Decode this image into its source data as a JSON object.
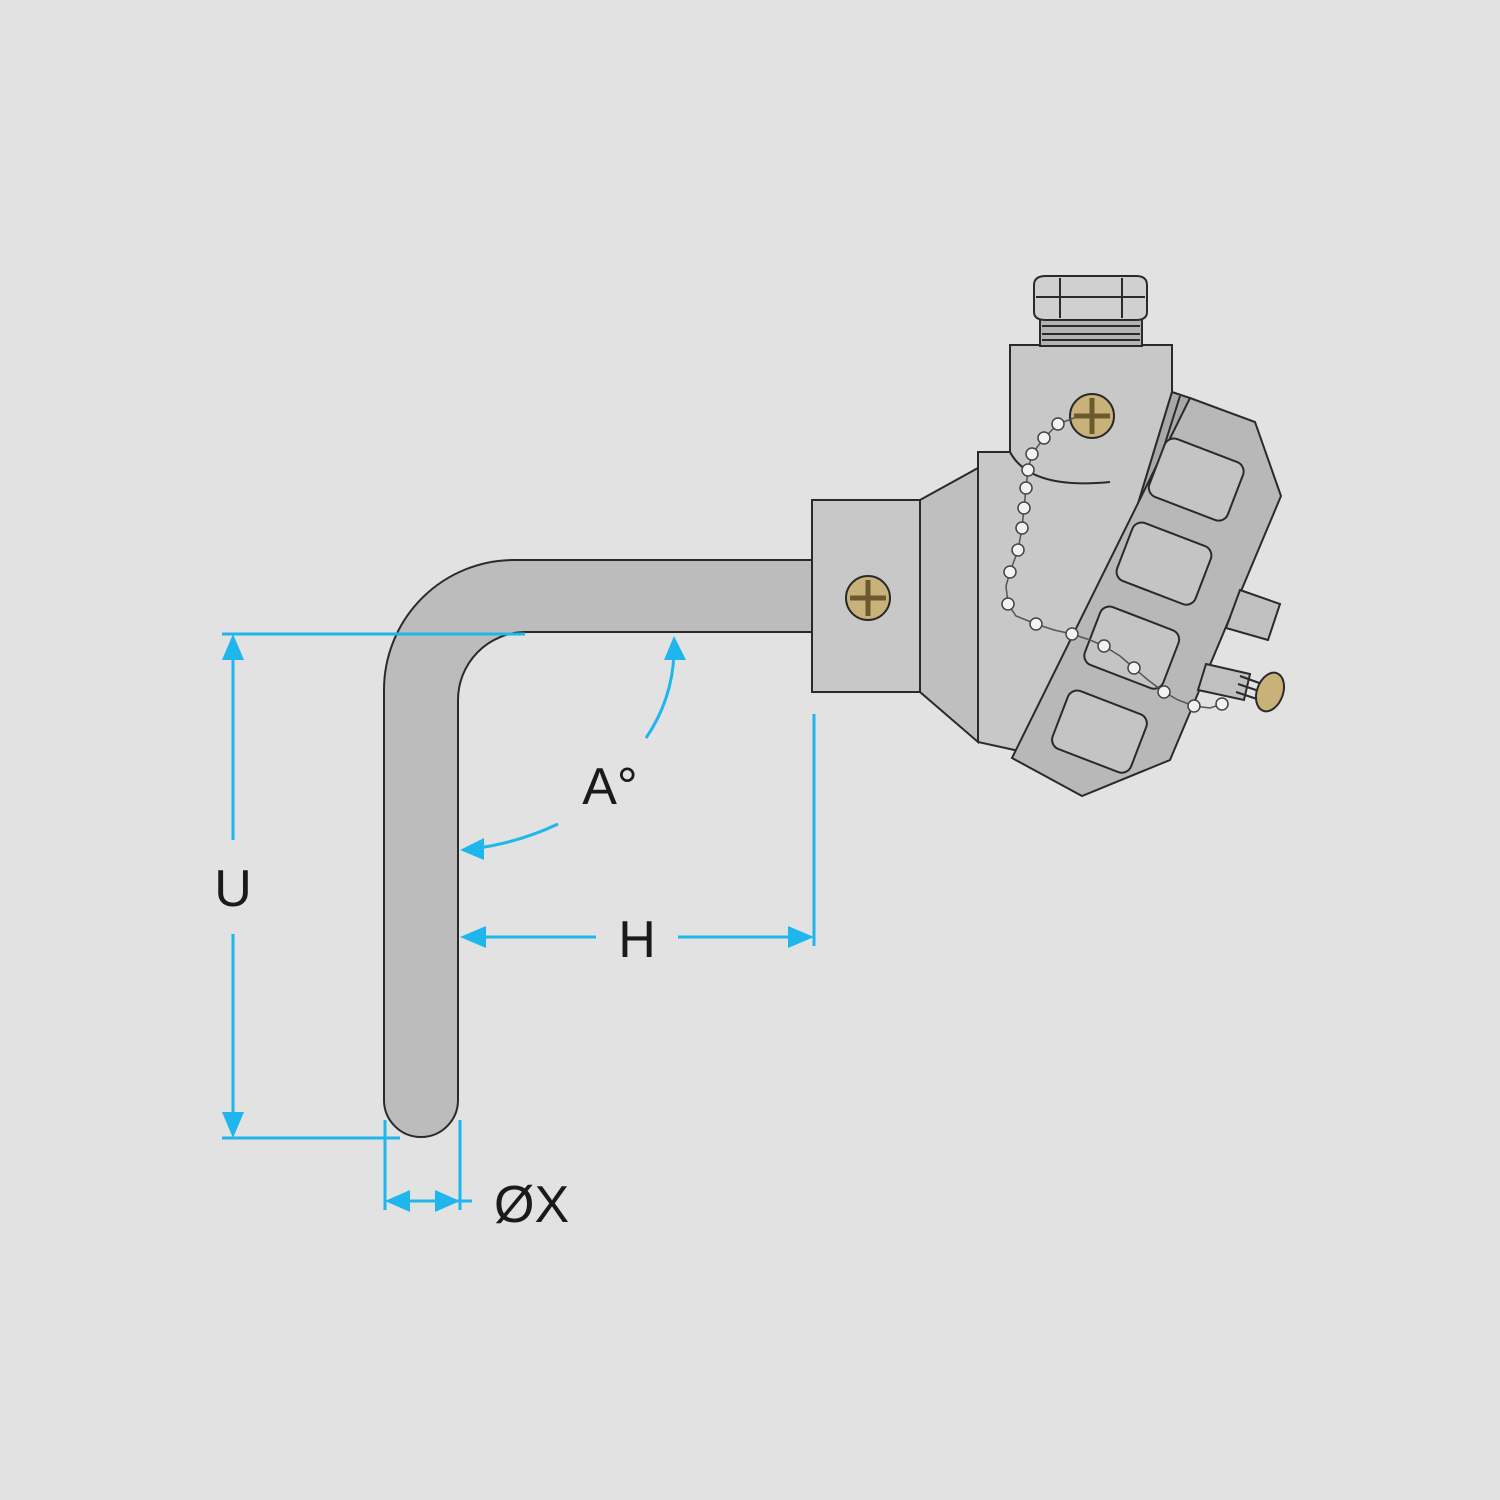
{
  "colors": {
    "background": "#e2e2e2",
    "tube": "#bcbcbc",
    "head_body": "#c8c8c8",
    "head_cover": "#b8b8b8",
    "outline": "#2a2a2a",
    "dimension_line": "#1fb6ee",
    "screw": "#c9b27a",
    "chain_bead": "#f2f2f2"
  },
  "labels": {
    "u": "U",
    "h": "H",
    "angle": "A°",
    "diameter": "ØX"
  }
}
